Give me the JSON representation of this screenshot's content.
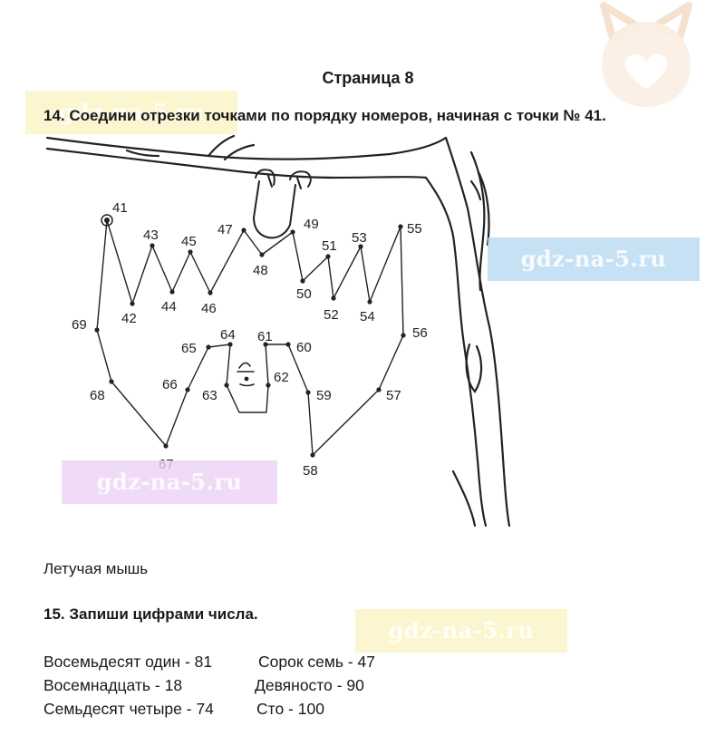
{
  "page_title": "Страница 8",
  "task14": {
    "title": "14. Соедини отрезки точками по порядку номеров, начиная с точки № 41.",
    "caption": "Летучая мышь",
    "point_labels": [
      "41",
      "42",
      "43",
      "44",
      "45",
      "46",
      "47",
      "48",
      "49",
      "50",
      "51",
      "52",
      "53",
      "54",
      "55",
      "56",
      "57",
      "58",
      "59",
      "60",
      "61",
      "62",
      "63",
      "64",
      "65",
      "66",
      "67",
      "68",
      "69"
    ]
  },
  "task15": {
    "title": "15. Запиши цифрами числа.",
    "rows": [
      {
        "left": "Восемьдесят один - 81",
        "right": "Сорок семь - 47"
      },
      {
        "left": "Восемнадцать - 18",
        "right": "Девяносто - 90"
      },
      {
        "left": "Семьдесят четыре - 74",
        "right": "Сто - 100"
      }
    ]
  },
  "watermark": "gdz-na-5.ru"
}
